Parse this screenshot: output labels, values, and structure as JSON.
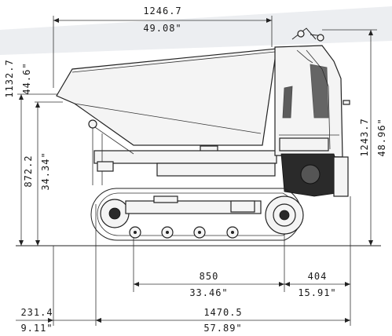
{
  "dimensions": {
    "overall_top_mm": "1246.7",
    "overall_top_in": "49.08\"",
    "height_left_mm": "1132.7",
    "height_left_in": "44.6\"",
    "dump_height_mm": "872.2",
    "dump_height_in": "34.34\"",
    "height_right_mm": "1243.7",
    "height_right_in": "48.96\"",
    "wheelbase_mm": "850",
    "wheelbase_in": "33.46\"",
    "rear_overhang_mm": "404",
    "rear_overhang_in": "15.91\"",
    "front_overhang_mm": "231.4",
    "front_overhang_in": "9.11\"",
    "overall_length_mm": "1470.5",
    "overall_length_in": "57.89\""
  },
  "colors": {
    "line": "#222222",
    "band": "#e9ecef",
    "engine": "#2a2a2a"
  }
}
